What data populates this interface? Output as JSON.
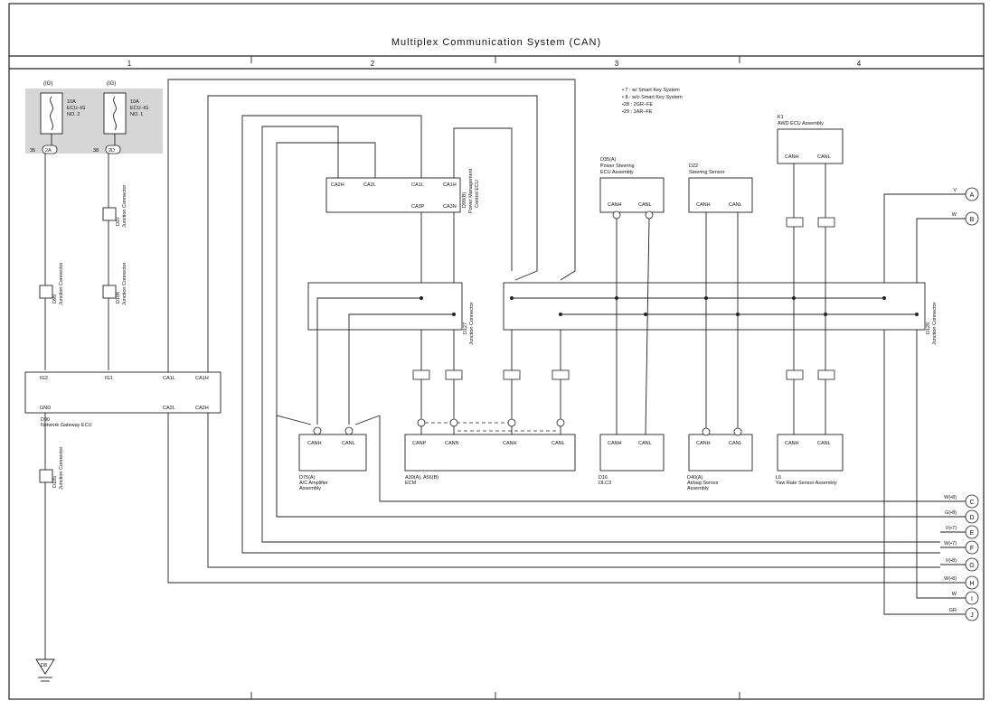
{
  "title": "Multiplex Communication System (CAN)",
  "columns": [
    "1",
    "2",
    "3",
    "4"
  ],
  "notes": [
    "• 7 : w/ Smart Key System",
    "• 8 : w/o Smart Key System",
    "•28 : 2GR–FE",
    "•29 : 1AR–FE"
  ],
  "fuses": [
    {
      "ig": "(IG)",
      "amp": "10A",
      "name1": "ECU–IG",
      "name2": "NO. 2",
      "pin": "35",
      "conn": "2A"
    },
    {
      "ig": "(IG)",
      "amp": "10A",
      "name1": "ECU–IG",
      "name2": "NO. 1",
      "pin": "38",
      "conn": "2D"
    }
  ],
  "components": {
    "d99": {
      "label": "D99(B)",
      "desc1": "Power Management",
      "desc2": "Control ECU",
      "p1": "CA2H",
      "p2": "CA2L",
      "p3": "CA1L",
      "p4": "CA1H",
      "p5": "CA3P",
      "p6": "CA3N"
    },
    "d35": {
      "label": "D35(A)",
      "desc1": "Power Steering",
      "desc2": "ECU Assembly",
      "p1": "CANH",
      "p2": "CANL"
    },
    "d22": {
      "label": "D22",
      "desc1": "Steering Sensor",
      "p1": "CANH",
      "p2": "CANL"
    },
    "k1": {
      "label": "K1",
      "desc1": "AWD ECU Assembly",
      "p1": "CANH",
      "p2": "CANL"
    },
    "d90": {
      "label": "D90",
      "desc1": "Network Gateway ECU",
      "ig2": "IG2",
      "ig1": "IG1",
      "ca1l": "CA1L",
      "ca1h": "CA1H",
      "gnd": "GND",
      "ca2l": "CA2L",
      "ca2h": "CA2H"
    },
    "d75": {
      "label": "D75(A)",
      "desc1": "A/C Amplifier",
      "desc2": "Assembly",
      "p1": "CANH",
      "p2": "CANL"
    },
    "ecm": {
      "label": "A39(A), A56(B)",
      "desc1": "ECM",
      "p1": "CANP",
      "p2": "CANN",
      "p3": "CANH",
      "p4": "CANL"
    },
    "d16": {
      "label": "D16",
      "desc1": "DLC3",
      "p1": "CANH",
      "p2": "CANL"
    },
    "d40": {
      "label": "D40(A)",
      "desc1": "Airbag Sensor",
      "desc2": "Assembly",
      "p1": "CANH",
      "p2": "CANL"
    },
    "l6": {
      "label": "L6",
      "desc1": "Yaw Rate Sensor Assembly",
      "p1": "CANH",
      "p2": "CANL"
    },
    "d97": {
      "name": "D97",
      "desc": "Junction Connector"
    },
    "d99j": {
      "name": "D99",
      "desc": "Junction Connector"
    },
    "d106": {
      "name": "D106",
      "desc": "Junction Connector"
    },
    "d105": {
      "name": "D105",
      "desc": "Junction Connector"
    },
    "d127": {
      "name": "D127",
      "desc": "Junction Connector"
    },
    "d126": {
      "name": "D126",
      "desc": "Junction Connector"
    }
  },
  "ground": "D8",
  "right_terminals": [
    {
      "letter": "A",
      "color": "V"
    },
    {
      "letter": "B",
      "color": "W"
    },
    {
      "letter": "C",
      "color": "W(•8)"
    },
    {
      "letter": "D",
      "color": "G(•8)"
    },
    {
      "letter": "E",
      "color": "V(•7)"
    },
    {
      "letter": "F",
      "color": "W(•7)"
    },
    {
      "letter": "G",
      "color": "V(•8)"
    },
    {
      "letter": "H",
      "color": "W(•8)"
    },
    {
      "letter": "I",
      "color": "W"
    },
    {
      "letter": "J",
      "color": "GR"
    }
  ]
}
